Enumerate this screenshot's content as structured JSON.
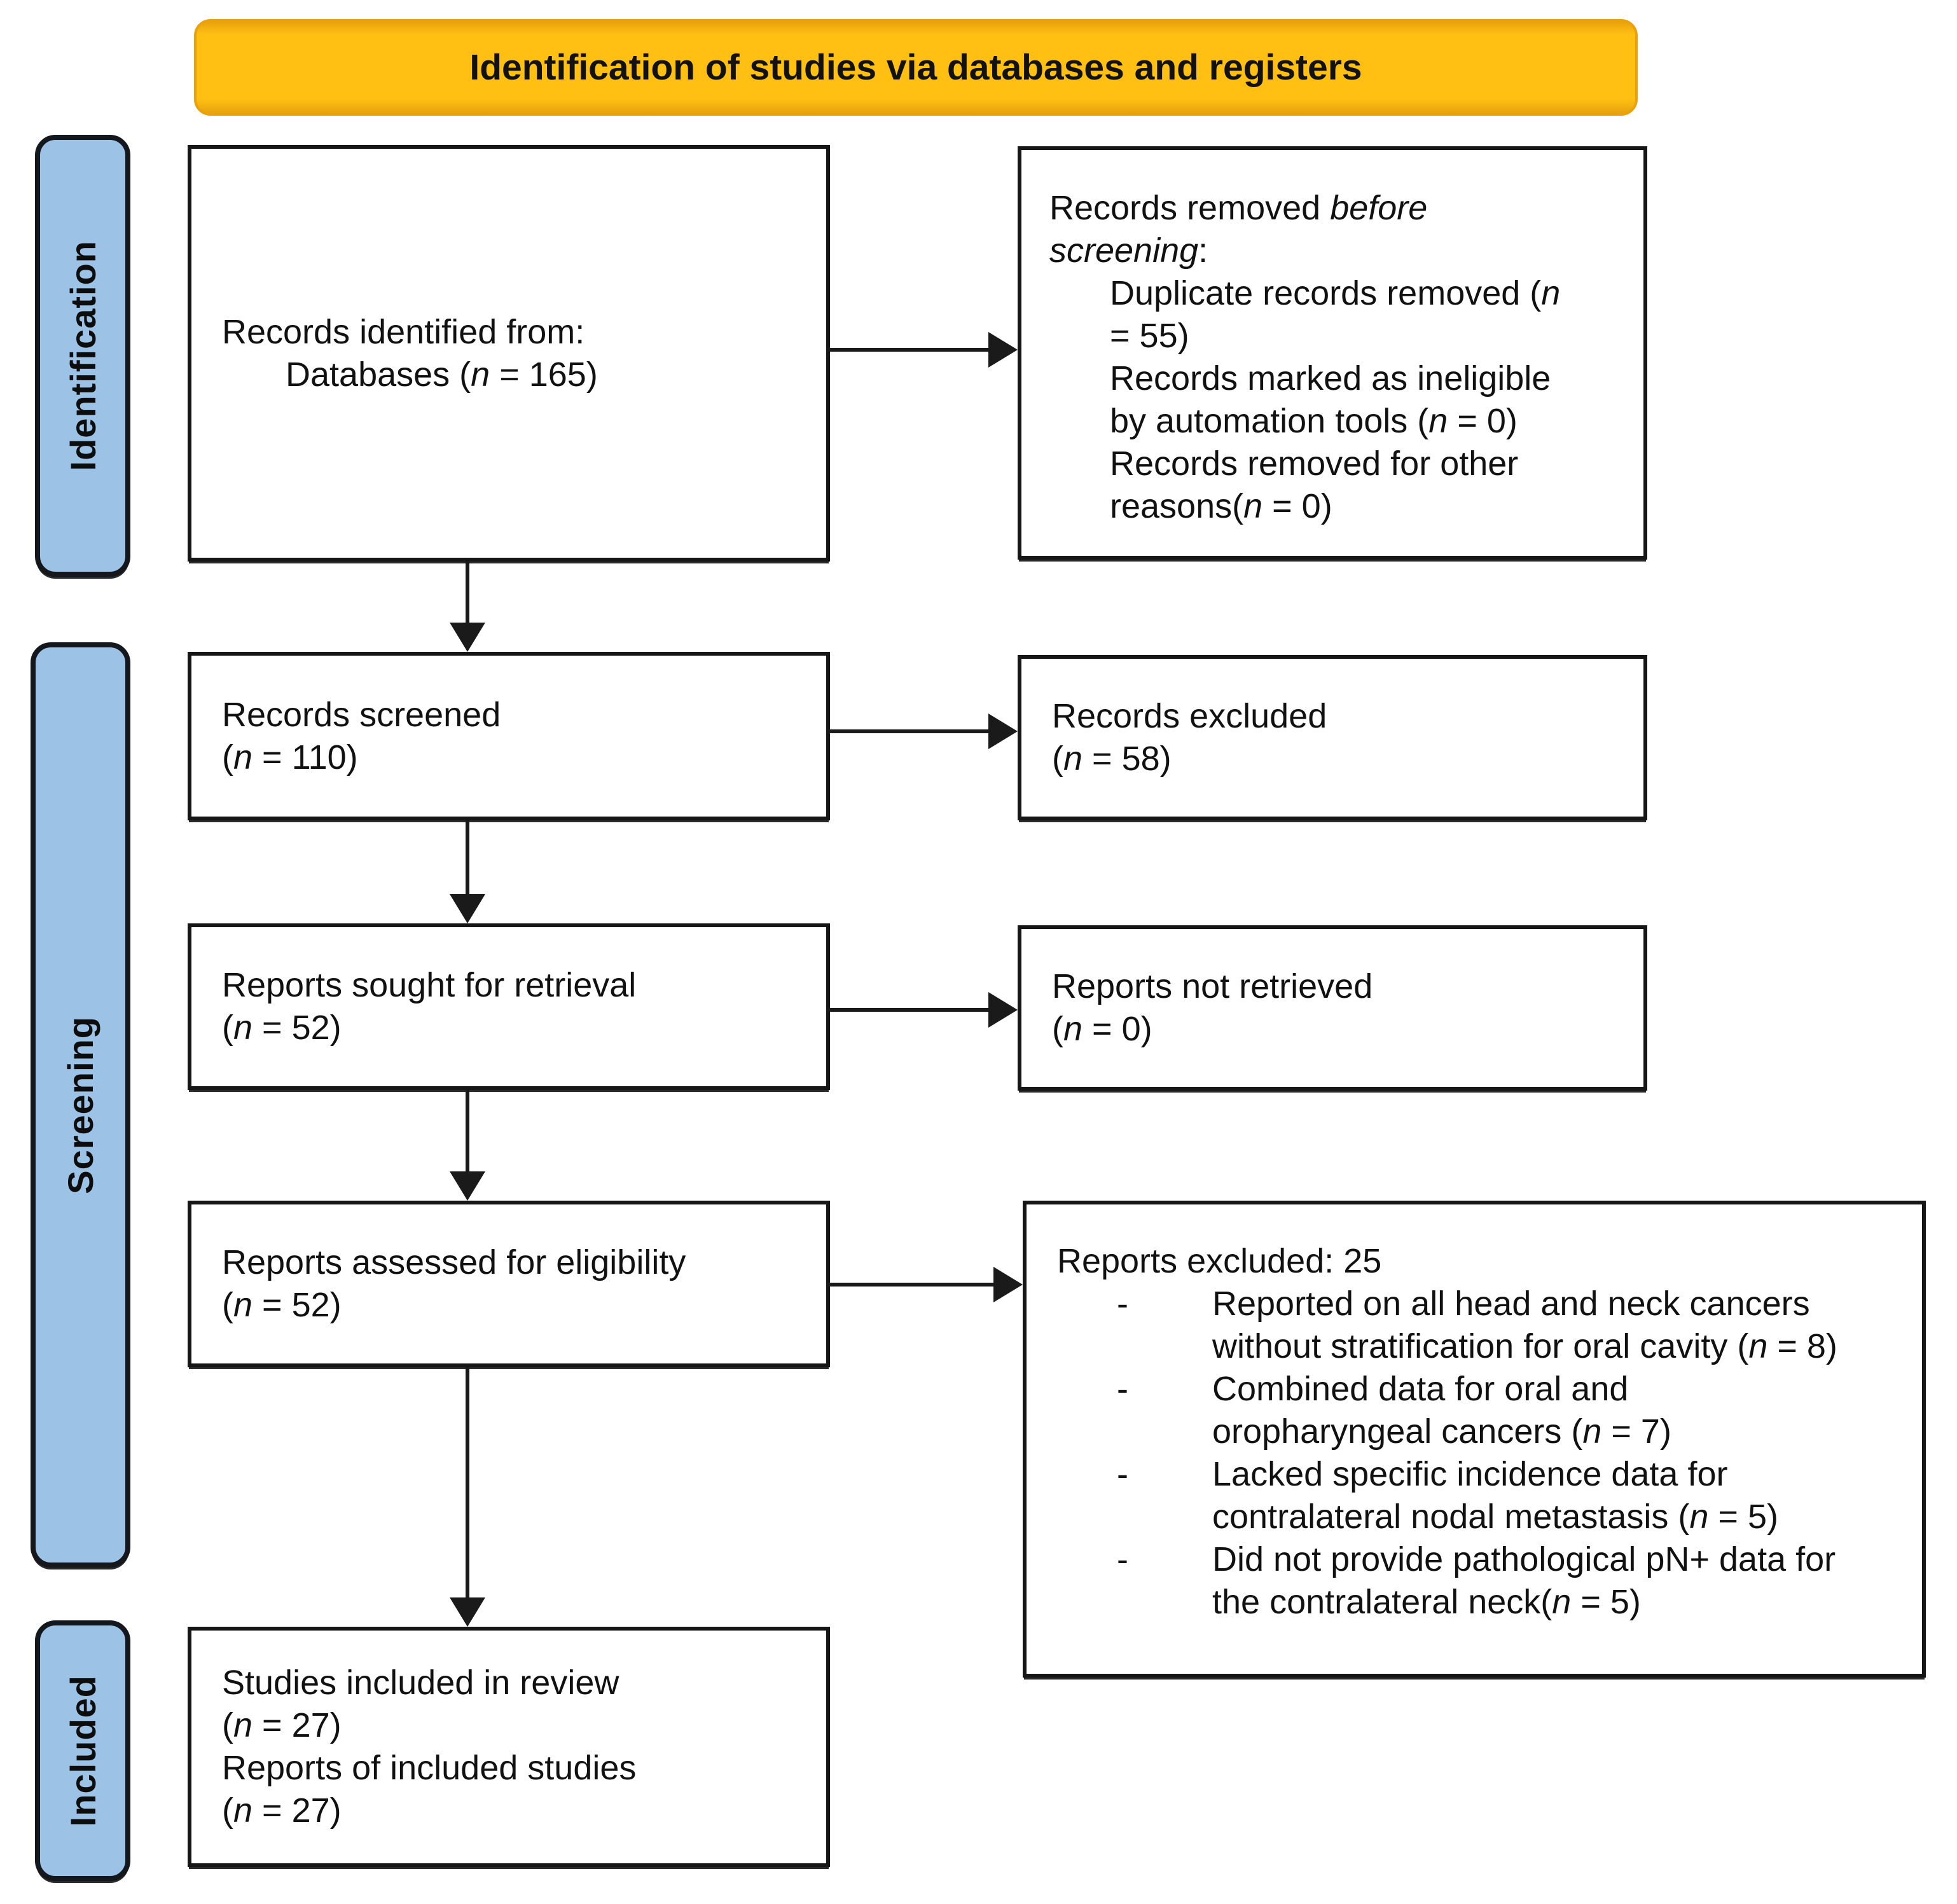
{
  "title": "Identification of studies via databases and registers",
  "sidebar": {
    "identification": "Identification",
    "screening": "Screening",
    "included": "Included"
  },
  "boxes": {
    "records_identified": {
      "line1": "Records identified from:",
      "line2": "Databases (n = 165)"
    },
    "records_removed": {
      "heading_prefix": "Records removed ",
      "heading_italic": "before screening",
      "heading_suffix": ":",
      "items": [
        [
          "Duplicate records removed (n",
          "= 55)"
        ],
        [
          "Records marked as ineligible",
          "by automation tools (n = 0)"
        ],
        [
          "Records removed for other",
          "reasons(n = 0)"
        ]
      ]
    },
    "records_screened": {
      "line1": "Records screened",
      "line2": "(n = 110)"
    },
    "records_excluded": {
      "line1": "Records excluded",
      "line2": "(n = 58)"
    },
    "reports_sought": {
      "line1": "Reports sought for retrieval",
      "line2": "(n = 52)"
    },
    "reports_not_retrieved": {
      "line1": "Reports not retrieved",
      "line2": "(n = 0)"
    },
    "reports_assessed": {
      "line1": "Reports assessed for eligibility",
      "line2": "(n = 52)"
    },
    "reports_excluded": {
      "heading": "Reports excluded: 25",
      "bullet": "-",
      "items": [
        [
          "Reported on all head and neck cancers",
          "without stratification for oral cavity (n = 8)"
        ],
        [
          "Combined data for oral and",
          "oropharyngeal cancers (n = 7)"
        ],
        [
          "Lacked specific incidence data for",
          "contralateral nodal metastasis (n = 5)"
        ],
        [
          "Did not provide pathological pN+ data for",
          "the contralateral neck(n = 5)"
        ]
      ]
    },
    "studies_included": {
      "line1": "Studies included in review",
      "line2": "(n = 27)",
      "line3": "Reports of included studies",
      "line4": "(n = 27)"
    }
  },
  "colors": {
    "banner_fill": "#ffc013",
    "banner_edge": "#e9a20c",
    "sidebar_fill": "#9cc3e5",
    "line": "#1a1a1a"
  }
}
